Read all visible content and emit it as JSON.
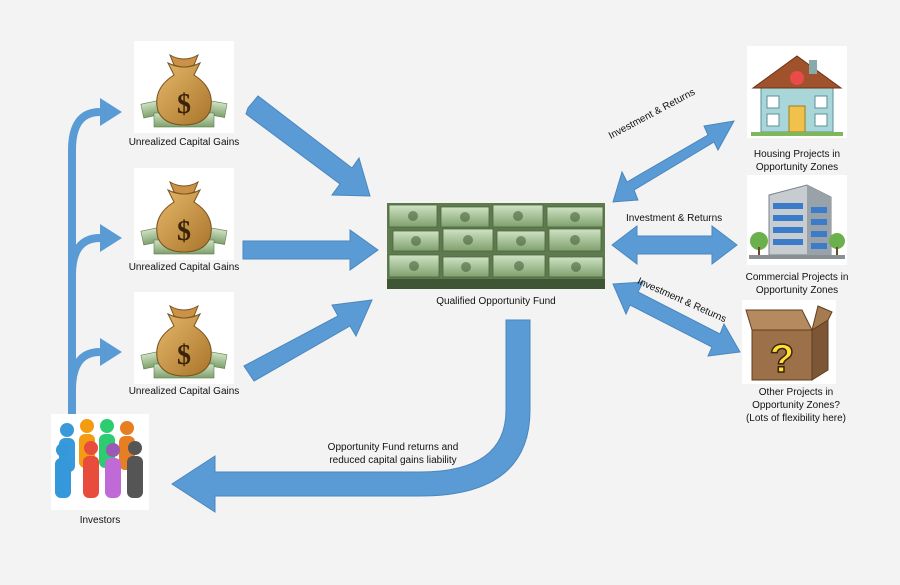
{
  "sources": [
    {
      "label": "Unrealized Capital Gains",
      "icon": "money-bag-icon"
    },
    {
      "label": "Unrealized Capital Gains",
      "icon": "money-bag-icon"
    },
    {
      "label": "Unrealized Capital Gains",
      "icon": "money-bag-icon"
    }
  ],
  "fund": {
    "label": "Qualified Opportunity Fund",
    "icon": "cash-stacks-icon"
  },
  "projects": [
    {
      "line1": "Housing Projects in",
      "line2": "Opportunity Zones",
      "line3": "",
      "icon": "house-icon"
    },
    {
      "line1": "Commercial Projects in",
      "line2": "Opportunity Zones",
      "line3": "",
      "icon": "office-building-icon"
    },
    {
      "line1": "Other Projects in",
      "line2": "Opportunity Zones?",
      "line3": "(Lots of flexibility here)",
      "icon": "question-box-icon"
    }
  ],
  "edges": {
    "housing": "Investment & Returns",
    "commercial": "Investment & Returns",
    "other": "Investment & Returns",
    "return_line1": "Opportunity Fund returns and",
    "return_line2": "reduced capital gains liability"
  },
  "investors": {
    "label": "Investors",
    "icon": "people-group-icon"
  },
  "colors": {
    "arrow": "#5b9bd5",
    "arrow_stroke": "#41719c",
    "background": "#f3f3f3"
  }
}
